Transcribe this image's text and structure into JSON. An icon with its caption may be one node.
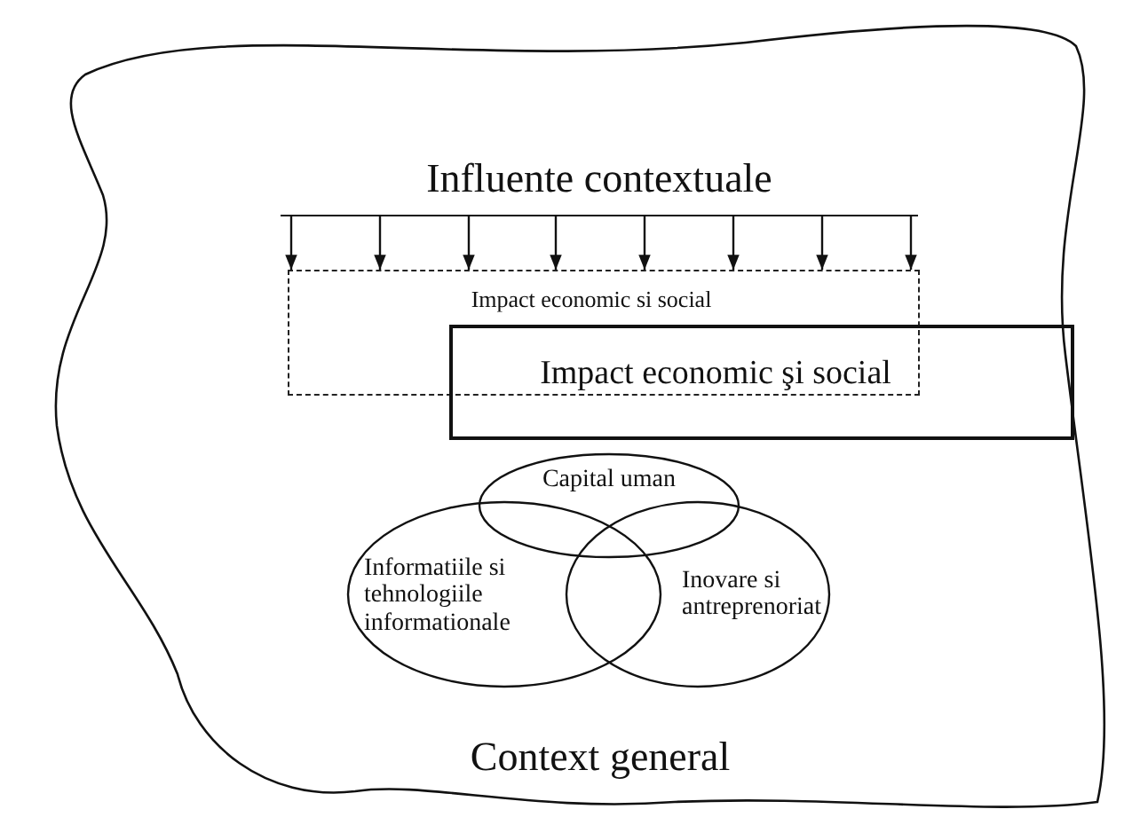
{
  "diagram": {
    "nodes": [
      {
        "text": [
          "Context general"
        ]
      },
      {
        "text": [
          "Influente contextuale"
        ],
        "in": 0
      },
      {
        "text": [
          "Impact economic si social"
        ],
        "in": 0
      },
      {
        "text": [
          "Impact economic şi social"
        ],
        "in": 0
      },
      {
        "text": [
          "Capital uman"
        ],
        "in": 0
      },
      {
        "text": [
          "Informatiile si tehnologiile informationale"
        ],
        "in": 0
      },
      {
        "text": [
          "Inovare si antreprenoriat"
        ],
        "in": 0
      }
    ],
    "edges": [
      {
        "from": 1,
        "to": 2,
        "arrow": "to"
      },
      {
        "from": 1,
        "to": 2,
        "arrow": "to"
      },
      {
        "from": 1,
        "to": 2,
        "arrow": "to"
      },
      {
        "from": 1,
        "to": 2,
        "arrow": "to"
      },
      {
        "from": 1,
        "to": 2,
        "arrow": "to"
      },
      {
        "from": 1,
        "to": 2,
        "arrow": "to"
      },
      {
        "from": 1,
        "to": 2,
        "arrow": "to"
      },
      {
        "from": 1,
        "to": 2,
        "arrow": "to"
      }
    ]
  }
}
